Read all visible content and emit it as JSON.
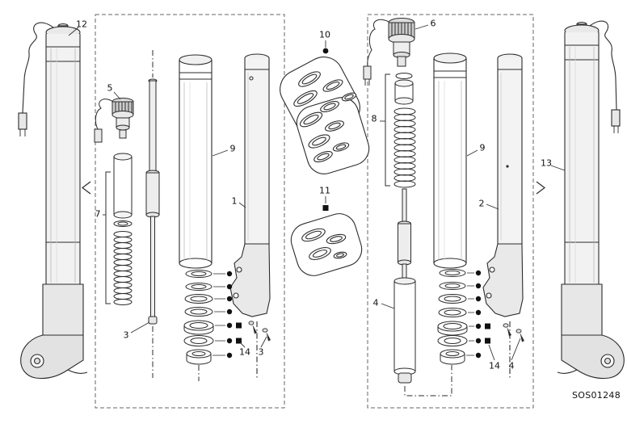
{
  "page": {
    "ink_color": "#2b2b2b",
    "marker_color": "#111111",
    "background": "#ffffff"
  },
  "diagram": {
    "code": "SOS01248",
    "callouts": {
      "c12": "12",
      "c5": "5",
      "c7": "7",
      "c3a": "3",
      "c9a": "9",
      "c1": "1",
      "c14a": "14",
      "c3b": "3",
      "c10": "10",
      "c11": "11",
      "c6": "6",
      "c8": "8",
      "c4a": "4",
      "c9b": "9",
      "c2": "2",
      "c14b": "14",
      "c4b": "4",
      "c13": "13"
    }
  }
}
